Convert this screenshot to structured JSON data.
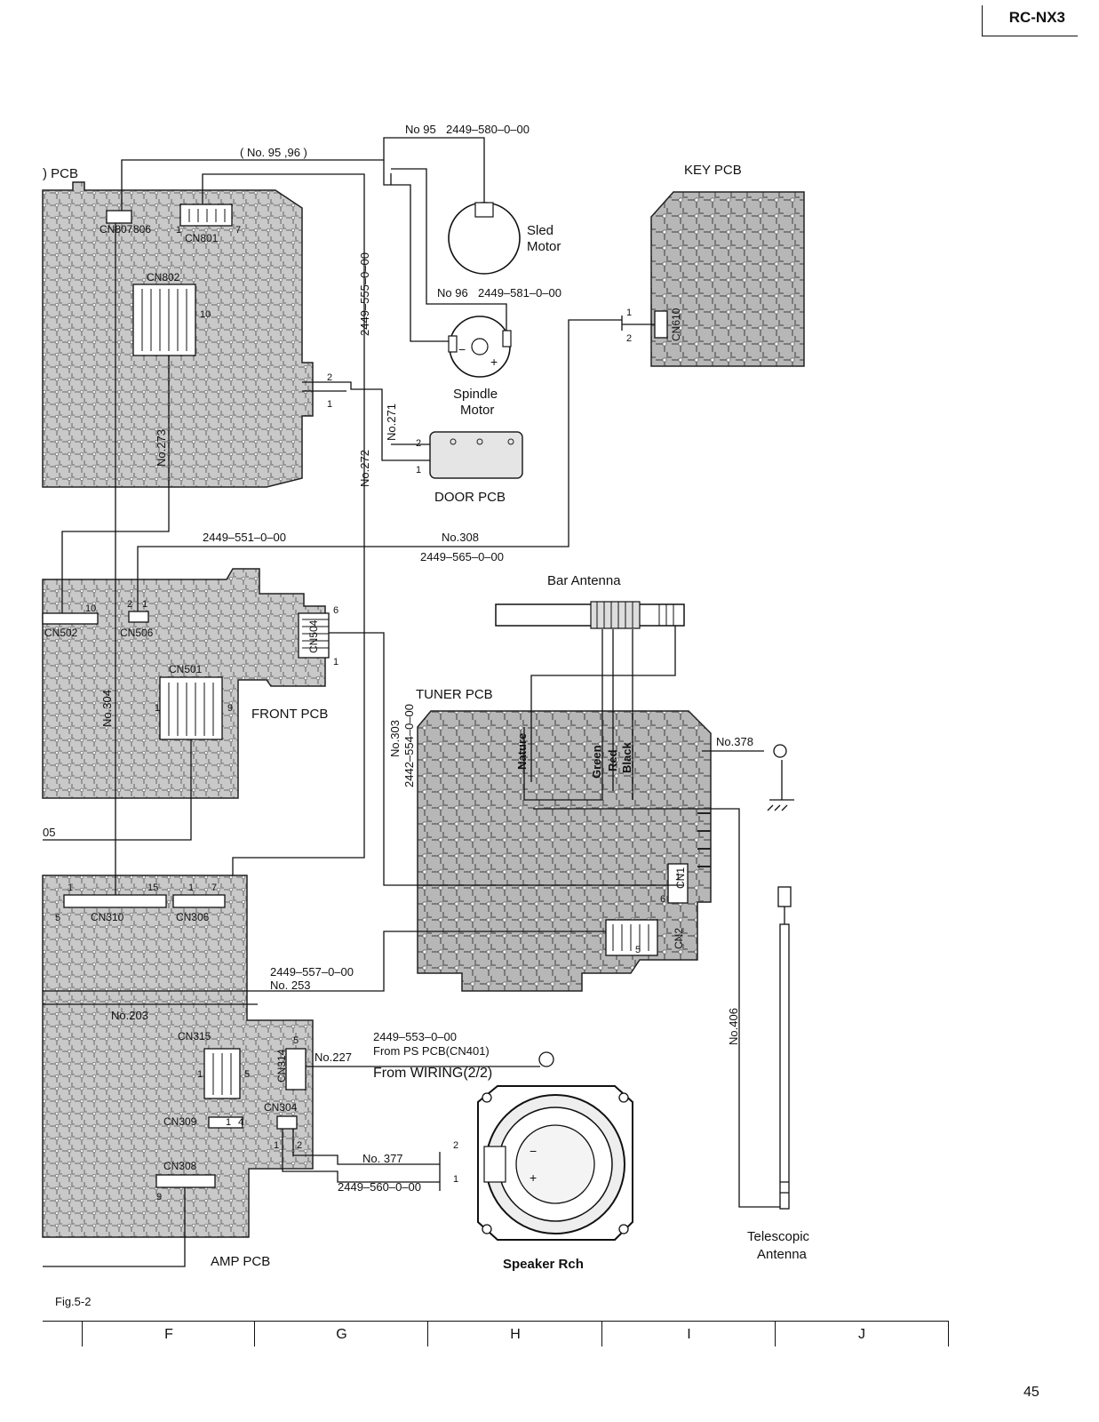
{
  "header": {
    "model": "RC-NX3"
  },
  "figure": {
    "label": "Fig.5-2"
  },
  "page": {
    "number": "45"
  },
  "grid_columns": [
    "F",
    "G",
    "H",
    "I",
    "J"
  ],
  "boards": {
    "cd_pcb": ") PCB",
    "key_pcb": "KEY PCB",
    "door_pcb": "DOOR PCB",
    "front_pcb": "FRONT PCB",
    "tuner_pcb": "TUNER PCB",
    "amp_pcb": "AMP PCB"
  },
  "components": {
    "sled_motor": [
      "Sled",
      "Motor"
    ],
    "spindle_motor": [
      "Spindle",
      "Motor"
    ],
    "bar_antenna": "Bar Antenna",
    "telescopic_antenna": [
      "Telescopic",
      "Antenna"
    ],
    "speaker": "Speaker Rch"
  },
  "connectors": {
    "cn807": "CN807",
    "cn806": "806",
    "cn801": "CN801",
    "cn802": "CN802",
    "cn502": "CN502",
    "cn506": "CN506",
    "cn504": "CN504",
    "cn501": "CN501",
    "cn310": "CN310",
    "cn306": "CN306",
    "cn315": "CN315",
    "cn314": "CN314",
    "cn309": "CN309",
    "cn304": "CN304",
    "cn308": "CN308",
    "cn1": "CN1",
    "cn2": "CN2",
    "cn610": "CN610"
  },
  "wires": {
    "no95": "No 95",
    "p580": "2449–580–0–00",
    "no9596": "( No. 95 ,96 )",
    "no96": "No 96",
    "p581": "2449–581–0–00",
    "p555": "2449–555–0–00",
    "no271": "No.271",
    "no272": "No.272",
    "no273": "No.273",
    "p551": "2449–551–0–00",
    "no308": "No.308",
    "p565": "2449–565–0–00",
    "no303": "No.303",
    "p554": "2442–554–0–00",
    "no304": "No.304",
    "no378": "No.378",
    "p557": "2449–557–0–00",
    "no253": "No. 253",
    "no203": "No.203",
    "p553": "2449–553–0–00",
    "from_ps": "From PS PCB(CN401)",
    "from_wiring": "From  WIRING(2/2)",
    "no227": "No.227",
    "no377": "No. 377",
    "p560": "2449–560–0–00",
    "no406": "No.406",
    "no5": "05"
  },
  "wire_colors": [
    "Nature",
    "Green",
    "Red",
    "Black"
  ],
  "pins": {
    "p1": "1",
    "p2": "2",
    "p4": "4",
    "p5": "5",
    "p6": "6",
    "p7": "7",
    "p9": "9",
    "p10": "10",
    "p15": "15",
    "minus": "−",
    "plus": "+"
  }
}
